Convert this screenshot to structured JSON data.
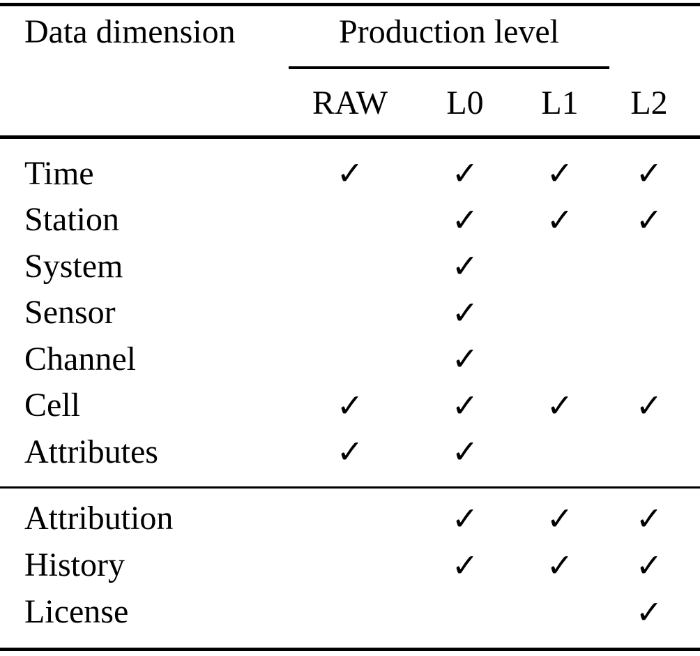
{
  "table": {
    "col1_header": "Data dimension",
    "col_group_header": "Production level",
    "columns": [
      "RAW",
      "L0",
      "L1",
      "L2"
    ],
    "check_glyph": "✓",
    "colors": {
      "text": "#000000",
      "background": "#ffffff",
      "rule": "#000000"
    },
    "sections": [
      {
        "rows": [
          {
            "label": "Time",
            "checks": [
              true,
              true,
              true,
              true
            ]
          },
          {
            "label": "Station",
            "checks": [
              false,
              true,
              true,
              true
            ]
          },
          {
            "label": "System",
            "checks": [
              false,
              true,
              false,
              false
            ]
          },
          {
            "label": "Sensor",
            "checks": [
              false,
              true,
              false,
              false
            ]
          },
          {
            "label": "Channel",
            "checks": [
              false,
              true,
              false,
              false
            ]
          },
          {
            "label": "Cell",
            "checks": [
              true,
              true,
              true,
              true
            ]
          },
          {
            "label": "Attributes",
            "checks": [
              true,
              true,
              false,
              false
            ]
          }
        ]
      },
      {
        "rows": [
          {
            "label": "Attribution",
            "checks": [
              false,
              true,
              true,
              true
            ]
          },
          {
            "label": "History",
            "checks": [
              false,
              true,
              true,
              true
            ]
          },
          {
            "label": "License",
            "checks": [
              false,
              false,
              false,
              true
            ]
          }
        ]
      }
    ]
  }
}
